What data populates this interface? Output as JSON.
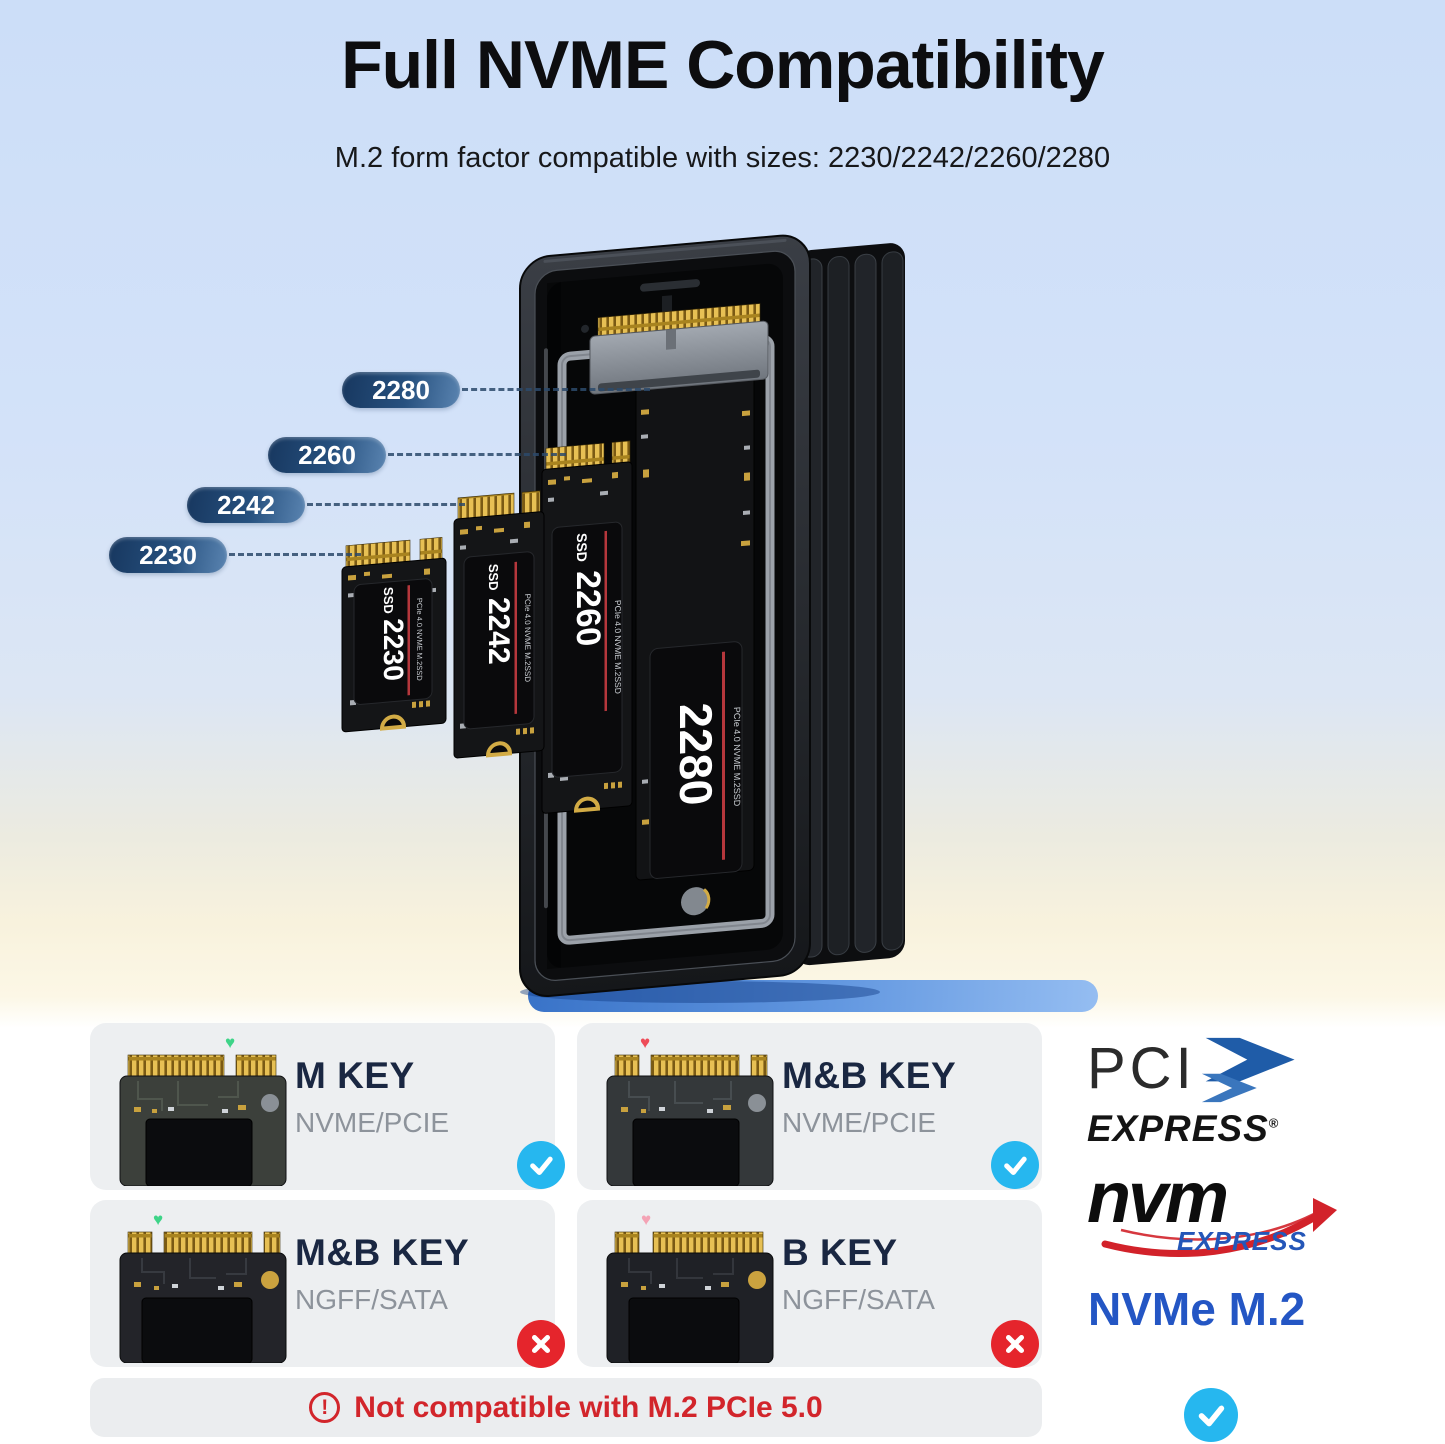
{
  "header": {
    "title": "Full NVME Compatibility",
    "subtitle": "M.2 form factor compatible with sizes: 2230/2242/2260/2280"
  },
  "diagram": {
    "pills": [
      {
        "label": "2280"
      },
      {
        "label": "2260"
      },
      {
        "label": "2242"
      },
      {
        "label": "2230"
      }
    ],
    "ssds": [
      {
        "brand": "SSD",
        "size": "2230",
        "spec": "PCIe 4.0 NVME M.2SSD"
      },
      {
        "brand": "SSD",
        "size": "2242",
        "spec": "PCIe 4.0 NVME M.2SSD"
      },
      {
        "brand": "SSD",
        "size": "2260",
        "spec": "PCIe 4.0 NVME M.2SSD"
      },
      {
        "brand": "",
        "size": "2280",
        "spec": "PCIe 4.0 NVME M.2SSD"
      }
    ]
  },
  "key_cards": [
    {
      "title": "M KEY",
      "subtitle": "NVME/PCIE",
      "status": "compatible"
    },
    {
      "title": "M&B KEY",
      "subtitle": "NVME/PCIE",
      "status": "compatible"
    },
    {
      "title": "M&B KEY",
      "subtitle": "NGFF/SATA",
      "status": "incompatible"
    },
    {
      "title": "B KEY",
      "subtitle": "NGFF/SATA",
      "status": "incompatible"
    }
  ],
  "logos": {
    "pci_line1": "PCI",
    "pci_line2": "EXPRESS",
    "pci_reg": "®",
    "nvm_line1": "nvm",
    "nvm_line2": "EXPRESS",
    "nvme_m2": "NVMe M.2"
  },
  "warning": {
    "icon": "!",
    "text": "Not compatible with M.2 PCIe 5.0"
  },
  "icons": {
    "key_marker": "♥",
    "check": "✓",
    "cross": "✕"
  },
  "colors": {
    "pill_gradient_dark": "#17375f",
    "pill_gradient_light": "#5a84b1",
    "check_blue": "#26b7ef",
    "cross_red": "#e5252c",
    "warning_red": "#d2252b",
    "nvme_blue": "#2456c4",
    "nvm_express_blue": "#2456b8",
    "nvm_swoosh_red": "#d2222a",
    "marker_green": "#3ed488",
    "marker_red": "#ee4b58",
    "marker_pink": "#f4a3b5"
  }
}
